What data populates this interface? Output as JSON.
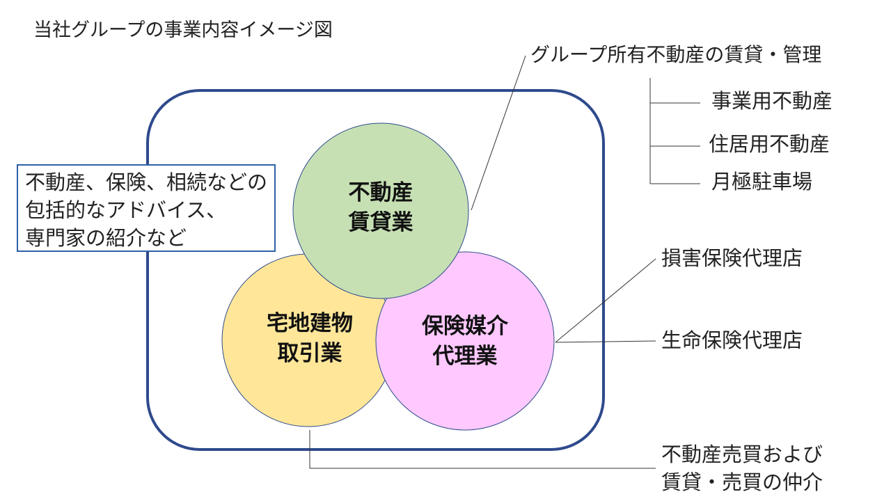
{
  "title": "当社グループの事業内容イメージ図",
  "circles": {
    "rental": {
      "line1": "不動産",
      "line2": "賃貸業",
      "fill": "#c6e0b4"
    },
    "brokerage": {
      "line1": "宅地建物",
      "line2": "取引業",
      "fill": "#ffe699"
    },
    "insurance": {
      "line1": "保険媒介",
      "line2": "代理業",
      "fill": "#ffc9ff"
    }
  },
  "advice_box": {
    "line1": "不動産、保険、相続などの",
    "line2": "包括的なアドバイス、",
    "line3": "専門家の紹介など"
  },
  "rental_callout": {
    "heading": "グループ所有不動産の賃貸・管理",
    "items": [
      "事業用不動産",
      "住居用不動産",
      "月極駐車場"
    ]
  },
  "insurance_callout": {
    "items": [
      "損害保険代理店",
      "生命保険代理店"
    ]
  },
  "brokerage_callout": {
    "line1": "不動産売買および",
    "line2": "賃貸・売買の仲介"
  },
  "colors": {
    "frame": "#2e4a8c",
    "box_border": "#2e5fa8",
    "leader": "#333333"
  }
}
